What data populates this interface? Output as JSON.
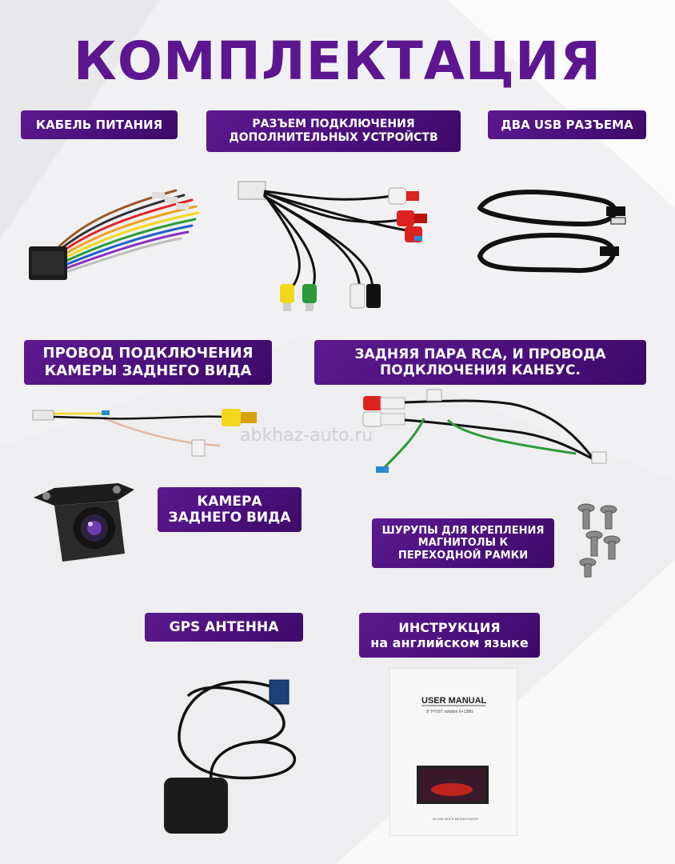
{
  "page": {
    "title": "КОМПЛЕКТАЦИЯ",
    "watermark": "abkhaz-auto.ru"
  },
  "items": {
    "power_cable": {
      "label": "КАБЕЛЬ ПИТАНИЯ"
    },
    "extra_connector": {
      "label_line1": "РАЗЪЕМ ПОДКЛЮЧЕНИЯ",
      "label_line2": "ДОПОЛНИТЕЛЬНЫХ УСТРОЙСТВ"
    },
    "usb": {
      "label": "ДВА USB РАЗЪЕМА"
    },
    "camera_wire": {
      "label_line1": "ПРОВОД ПОДКЛЮЧЕНИЯ",
      "label_line2": "КАМЕРЫ ЗАДНЕГО ВИДА"
    },
    "rca_canbus": {
      "label_line1": "ЗАДНЯЯ ПАРА RCA, И ПРОВОДА",
      "label_line2": "ПОДКЛЮЧЕНИЯ КАНБУС."
    },
    "camera": {
      "label_line1": "КАМЕРА",
      "label_line2": "ЗАДНЕГО ВИДА"
    },
    "screws": {
      "label_line1": "ШУРУПЫ ДЛЯ КРЕПЛЕНИЯ",
      "label_line2": "МАГНИТОЛЫ К",
      "label_line3": "ПЕРЕХОДНОЙ РАМКИ"
    },
    "gps": {
      "label": "GPS АНТЕННА"
    },
    "manual": {
      "label_line1": "ИНСТРУКЦИЯ",
      "label_line2": "на английском языке",
      "cover_title": "USER MANUAL",
      "cover_subtitle": "9\" FY16T solution 6+128G",
      "cover_footer": "IN CAR MULTI-MEDIA PLAYER"
    }
  },
  "colors": {
    "brand_purple": "#5b1690",
    "label_bg": "#4a0f7a"
  }
}
